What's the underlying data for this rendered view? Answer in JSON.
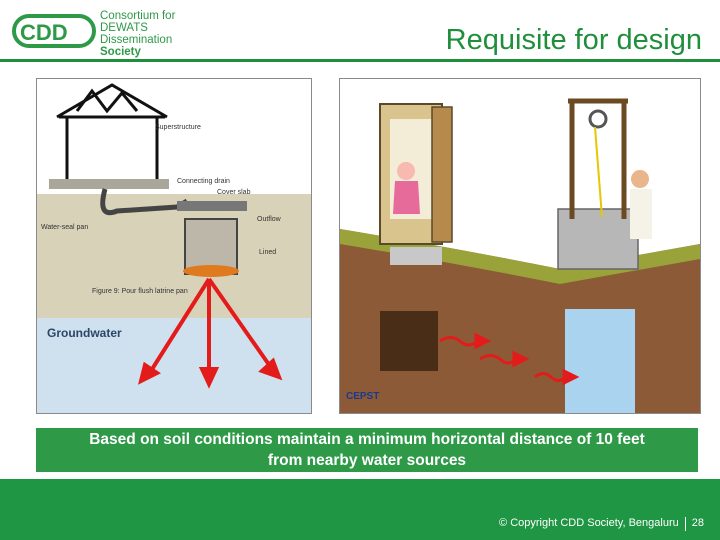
{
  "header": {
    "logo_line1": "Consortium for",
    "logo_line2": "DEWATS",
    "logo_line3": "Dissemination",
    "logo_line4": "Society",
    "title": "Requisite for design"
  },
  "left_figure": {
    "superstructure": "Superstructure",
    "connecting_drain": "Connecting drain",
    "cover_slab": "Cover slab",
    "water_seal_pan": "Water-seal pan",
    "outflow": "Outflow",
    "lined": "Lined",
    "figure_caption": "Figure 9: Pour flush latrine pan",
    "groundwater": "Groundwater"
  },
  "right_figure": {
    "brand": "CEPST"
  },
  "caption": {
    "line1": "Based on soil conditions maintain a minimum horizontal distance of 10 feet",
    "line2": "from nearby  water sources"
  },
  "footer": {
    "copyright": "© Copyright CDD Society, Bengaluru",
    "page_number": "28"
  },
  "colors": {
    "brand_green": "#1f8f3c",
    "caption_green": "#2e9a48",
    "arrow_red": "#e41b1b"
  }
}
